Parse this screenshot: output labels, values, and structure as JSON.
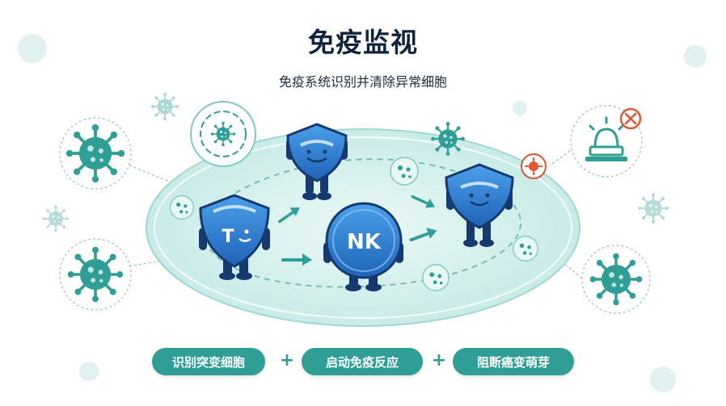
{
  "title": "免疫监视",
  "subtitle": "免疫系统识别并清除异常细胞",
  "cells": {
    "t_cell_label": "T",
    "nk_cell_label": "NK"
  },
  "steps": [
    {
      "label": "识别突变细胞"
    },
    {
      "label": "启动免疫反应"
    },
    {
      "label": "阻断癌变萌芽"
    }
  ],
  "separator": "+",
  "colors": {
    "teal": "#2f9e94",
    "blue": "#2f7fd0",
    "navy": "#163a70",
    "alert_red": "#e4542e",
    "ellipse_fill": "#dff3f1"
  },
  "icons": [
    "virus-icon",
    "target-cell-icon",
    "alert-lamp-icon",
    "cancel-icon",
    "arrow-icon"
  ]
}
